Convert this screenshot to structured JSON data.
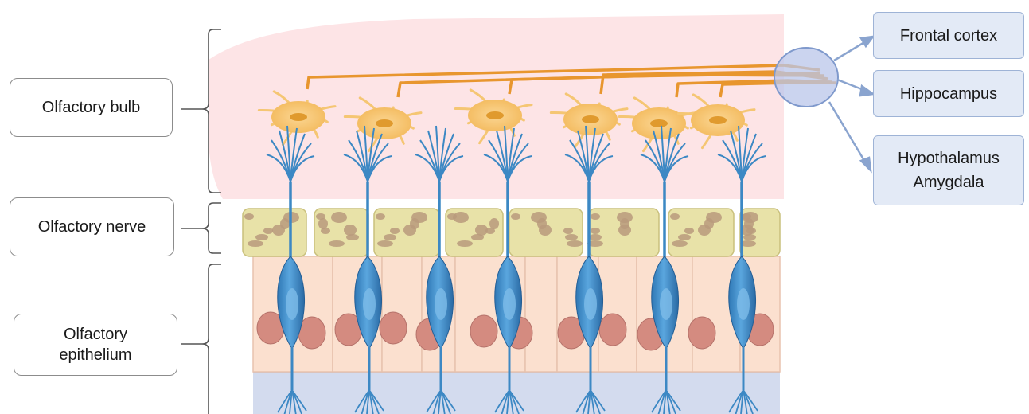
{
  "layers": {
    "bulb": "Olfactory bulb",
    "nerve": "Olfactory nerve",
    "epithelium": [
      "Olfactory",
      "epithelium"
    ]
  },
  "targets": {
    "frontal": "Frontal cortex",
    "hippocampus": "Hippocampus",
    "hypothalamus": "Hypothalamus",
    "amygdala": "Amygdala"
  },
  "colors": {
    "bulb_fill": "#fde4e6",
    "mitral_cell": "#f7c87a",
    "mitral_nucleus": "#e09a2e",
    "axon": "#e8962e",
    "bone": "#e8e2a8",
    "bone_cavity": "#b89a7c",
    "epithelial_cell": "#fbe0cf",
    "epithelial_nucleus": "#d48b80",
    "receptor_neuron": "#3c88c4",
    "basal_layer": "#d3dbee",
    "target_box": "#e3eaf6",
    "arrow": "#8aa4cf"
  }
}
